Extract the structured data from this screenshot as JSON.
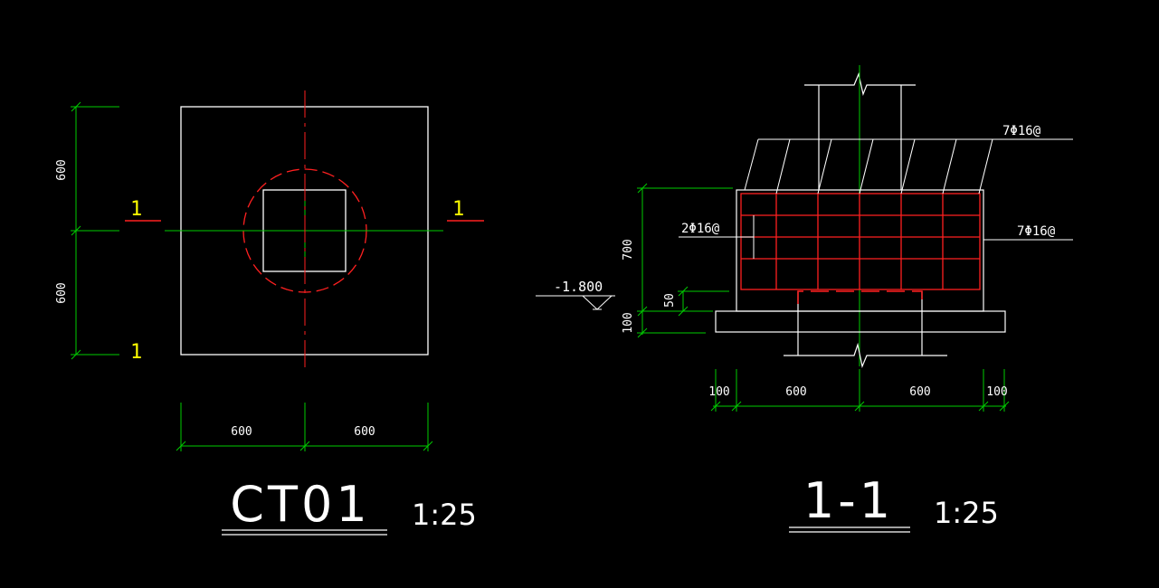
{
  "colors": {
    "background": "#000000",
    "outline": "#ffffff",
    "dimension": "#00cc00",
    "rebar": "#ff2020",
    "section_mark": "#ffff00"
  },
  "plan": {
    "dim_top": "600",
    "dim_bottom": "600",
    "dim_left": "600",
    "dim_right": "600",
    "section_mark_left": "1",
    "section_mark_right": "1",
    "section_mark_bottom": "1",
    "title": "CT01",
    "scale": "1:25"
  },
  "section": {
    "rebar_top": "7Φ16@",
    "rebar_side": "2Φ16@",
    "rebar_right": "7Φ16@",
    "elevation": "-1.800",
    "dim_height": "700",
    "dim_cover": "50",
    "dim_pad": "100",
    "dim_edge_left": "100",
    "dim_half_left": "600",
    "dim_half_right": "600",
    "dim_edge_right": "100",
    "title": "1-1",
    "scale": "1:25"
  }
}
